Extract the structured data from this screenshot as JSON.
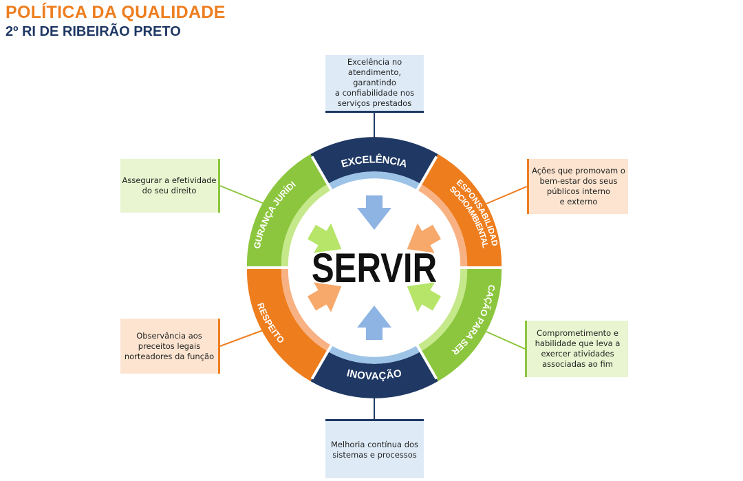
{
  "header": {
    "title": "POLÍTICA DA QUALIDADE",
    "subtitle": "2º RI DE RIBEIRÃO PRETO"
  },
  "center_label": "SERVIR",
  "segments": [
    {
      "label": "EXCELÊNCIA",
      "color": "#1F3864"
    },
    {
      "label": "RESPONSABILIDADE SOCIOAMBIENTAL",
      "color": "#EE7D1E"
    },
    {
      "label": "VOCAÇÃO PARA SERVIR",
      "color": "#8CC63E"
    },
    {
      "label": "INOVAÇÃO",
      "color": "#1F3864"
    },
    {
      "label": "RESPEITO",
      "color": "#EE7D1E"
    },
    {
      "label": "SEGURANÇA JURÍDICA",
      "color": "#8CC63E"
    }
  ],
  "boxes": {
    "top": "Excelência no\natendimento, garantindo\na confiabilidade nos\nserviços prestados",
    "top_right": "Ações que promovam o\nbem-estar dos seus\npúblicos interno\ne externo",
    "bottom_right": "Comprometimento e\nhabilidade que leva a\nexercer atividades\nassociadas ao fim",
    "bottom": "Melhoria contínua dos\nsistemas e processos",
    "bottom_left": "Observância aos\npreceitos legais\nnorteadores da função",
    "top_left": "Assegurar a efetividade\ndo seu direito"
  },
  "colors": {
    "navy": "#1F3864",
    "orange": "#EE7D1E",
    "green": "#8CC63E",
    "arrow_blue": "#8EB4E3",
    "arrow_orange": "#F6A96B",
    "arrow_green": "#B7E56A"
  },
  "icons": [
    "arrow-down-icon",
    "arrow-up-icon",
    "arrow-left-icon",
    "arrow-right-icon"
  ]
}
